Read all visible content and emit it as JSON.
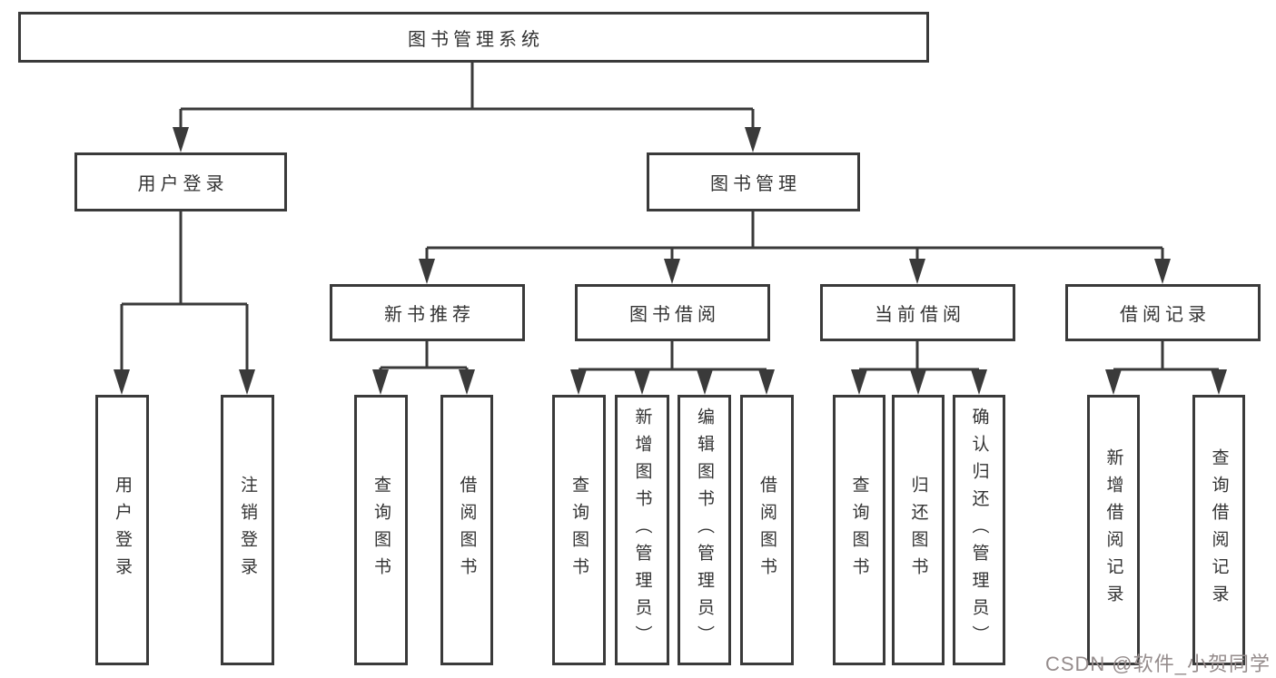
{
  "tree": {
    "label": "图书管理系统",
    "children": [
      {
        "label": "用户登录",
        "children": [
          {
            "label": "用户登录"
          },
          {
            "label": "注销登录"
          }
        ]
      },
      {
        "label": "图书管理",
        "children": [
          {
            "label": "新书推荐",
            "children": [
              {
                "label": "查询图书"
              },
              {
                "label": "借阅图书"
              }
            ]
          },
          {
            "label": "图书借阅",
            "children": [
              {
                "label": "查询图书"
              },
              {
                "label": "新增图书（管理员）"
              },
              {
                "label": "编辑图书（管理员）"
              },
              {
                "label": "借阅图书"
              }
            ]
          },
          {
            "label": "当前借阅",
            "children": [
              {
                "label": "查询图书"
              },
              {
                "label": "归还图书"
              },
              {
                "label": "确认归还（管理员）"
              }
            ]
          },
          {
            "label": "借阅记录",
            "children": [
              {
                "label": "新增借阅记录"
              },
              {
                "label": "查询借阅记录"
              }
            ]
          }
        ]
      }
    ]
  },
  "watermark": "CSDN @软件_小贺同学",
  "colors": {
    "line": "#3a3a3a",
    "text": "#333333",
    "watermark": "#958c8c",
    "background": "#ffffff"
  }
}
